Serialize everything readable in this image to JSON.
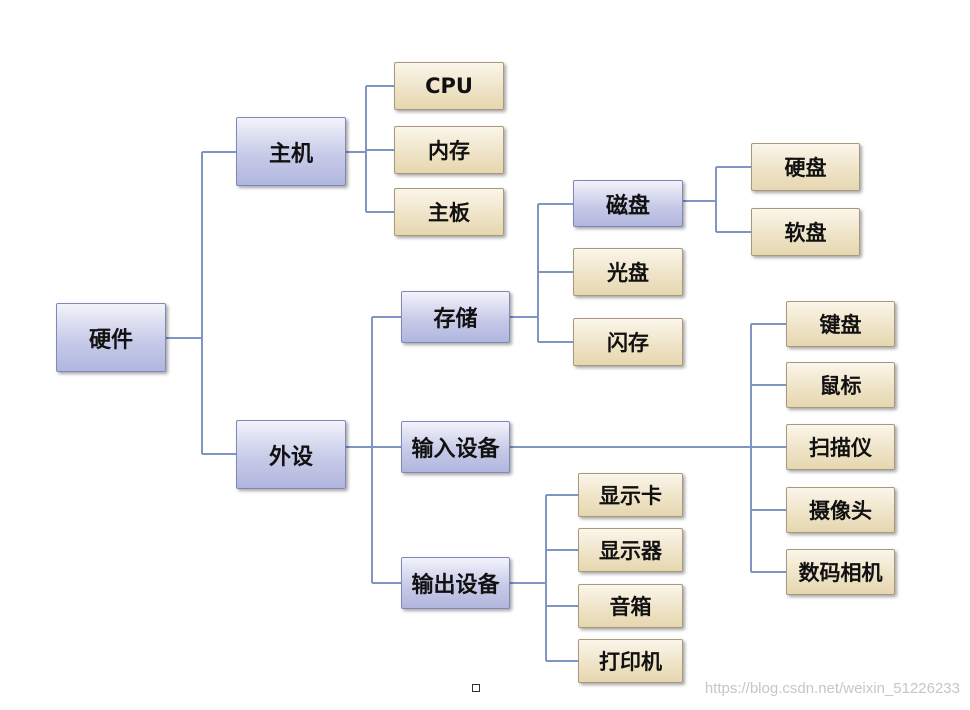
{
  "colors": {
    "connector": "#7f96c4",
    "category_fill": "#c5c9e6",
    "leaf_fill": "#efe5ca"
  },
  "nodes": {
    "root": "硬件",
    "host": "主机",
    "cpu": "CPU",
    "memory": "内存",
    "motherboard": "主板",
    "peripheral": "外设",
    "storage": "存储",
    "input_device": "输入设备",
    "output_device": "输出设备",
    "magnetic_disk": "磁盘",
    "optical_disk": "光盘",
    "flash_memory": "闪存",
    "hard_disk": "硬盘",
    "floppy_disk": "软盘",
    "keyboard": "键盘",
    "mouse": "鼠标",
    "scanner": "扫描仪",
    "camera": "摄像头",
    "digital_camera": "数码相机",
    "graphics_card": "显示卡",
    "monitor": "显示器",
    "speaker": "音箱",
    "printer": "打印机"
  },
  "watermark": "https://blog.csdn.net/weixin_51226233"
}
